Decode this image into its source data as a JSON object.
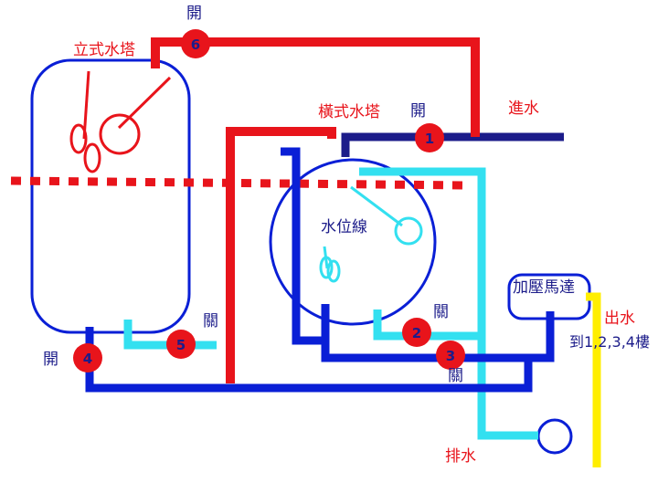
{
  "labels": {
    "vertical_tower": "立式水塔",
    "horizontal_tower": "橫式水塔",
    "water_in": "進水",
    "water_level_line": "水位線",
    "booster_motor": "加壓馬達",
    "water_out": "出水",
    "to_floors": "到1,2,3,4樓",
    "drain": "排水"
  },
  "valves": [
    {
      "number": "1",
      "state": "開"
    },
    {
      "number": "2",
      "state": "關"
    },
    {
      "number": "3",
      "state": "關"
    },
    {
      "number": "4",
      "state": "開"
    },
    {
      "number": "5",
      "state": "關"
    },
    {
      "number": "6",
      "state": "開"
    }
  ],
  "colors": {
    "red": "#e8141b",
    "navy": "#1c1c8a",
    "blue": "#0a1fd6",
    "cyan": "#33e0f0",
    "yellow": "#ffee00"
  }
}
